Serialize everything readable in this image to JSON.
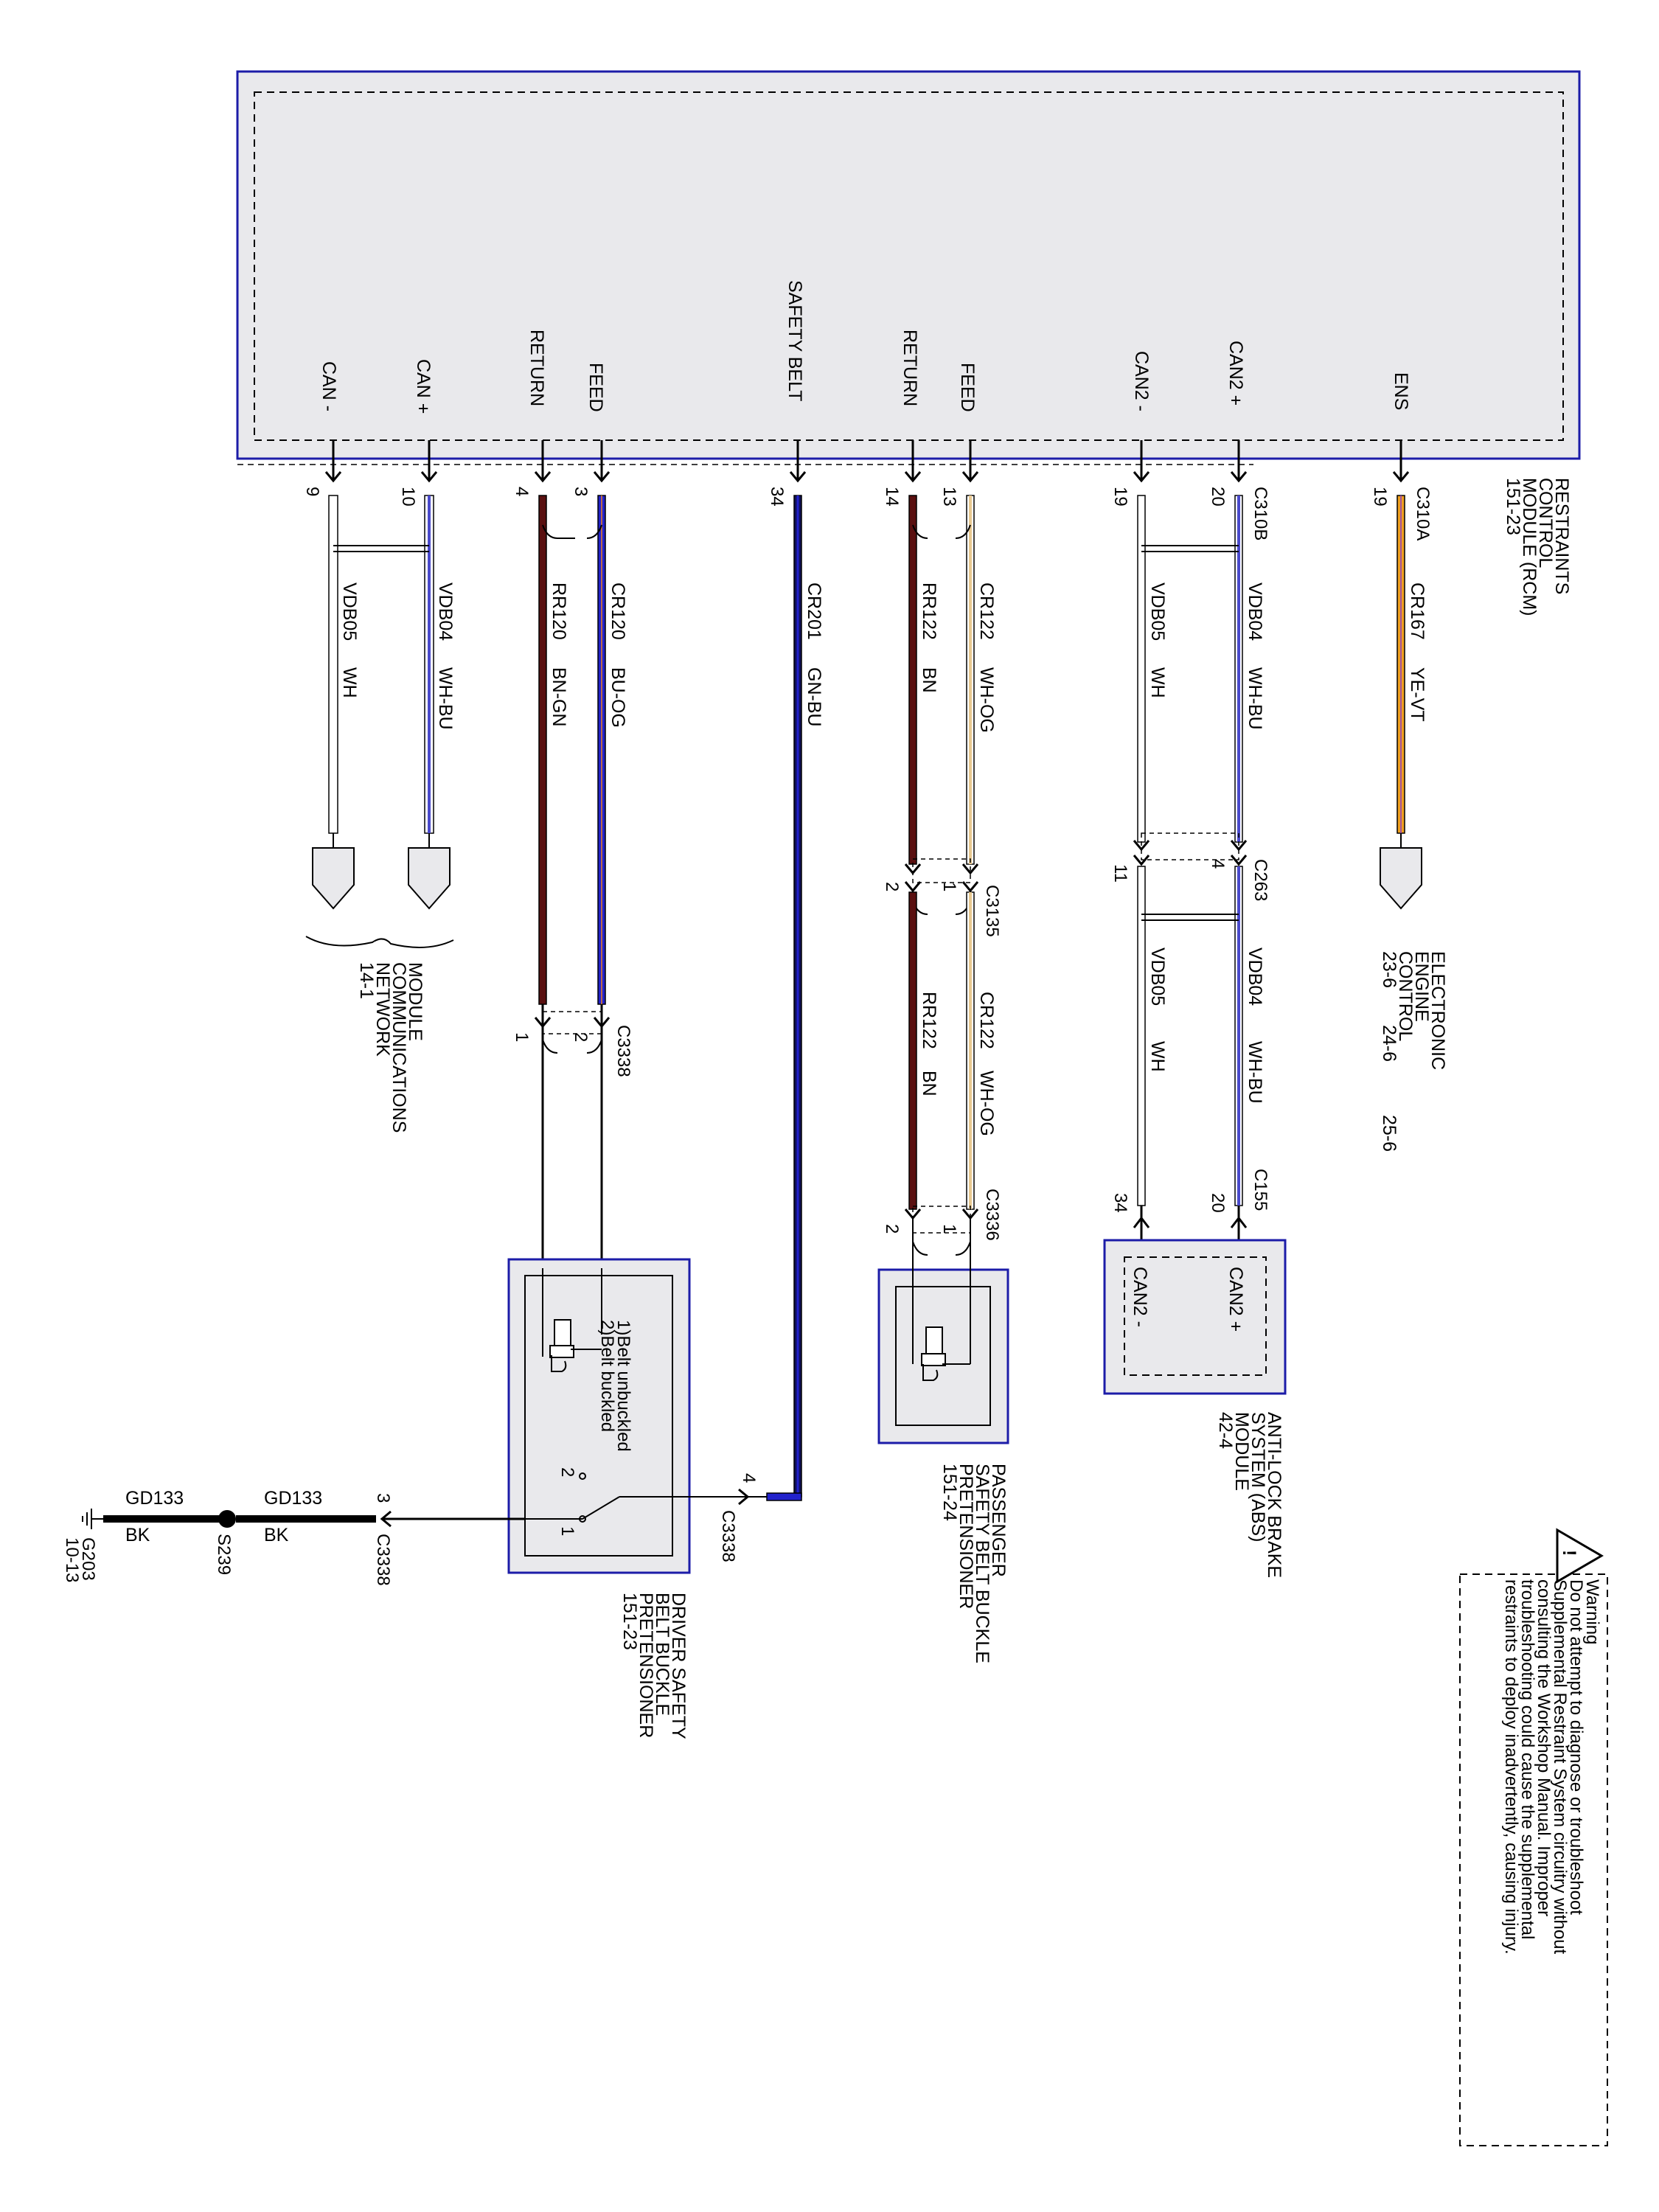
{
  "rcm": {
    "name_lines": [
      "RESTRAINTS",
      "CONTROL",
      "MODULE (RCM)",
      "151-23"
    ],
    "pins": [
      "CAN -",
      "CAN +",
      "RETURN",
      "FEED",
      "SAFETY BELT",
      "RETURN",
      "FEED",
      "CAN2 -",
      "CAN2 +",
      "ENS"
    ]
  },
  "connectors": {
    "c310b": "C310B",
    "c310a": "C310A",
    "c263": "C263",
    "c155": "C155",
    "c3135": "C3135",
    "c3336": "C3336",
    "c3338_top": "C3338",
    "c3338_mid": "C3338",
    "c3338_bot": "C3338"
  },
  "pin_numbers": {
    "can_minus": "9",
    "can_plus": "10",
    "ret1": "4",
    "feed1": "3",
    "belt": "34",
    "ret2": "14",
    "feed2": "13",
    "can2m": "19",
    "can2p": "20",
    "ens": "19",
    "c263_left": "11",
    "c263_right": "4",
    "c3135_left": "2",
    "c3135_right": "1",
    "c155_left": "34",
    "c155_right": "20",
    "c3336_left": "2",
    "c3336_right": "1",
    "c3338_left": "1",
    "c3338_right": "2",
    "c3338_belt": "4",
    "c3338_gnd": "3",
    "sw_1": "1",
    "sw_2": "2"
  },
  "wires": {
    "vdb05": "VDB05",
    "wh": "WH",
    "vdb04": "VDB04",
    "whbu": "WH-BU",
    "rr120": "RR120",
    "bngn": "BN-GN",
    "cr120": "CR120",
    "buog": "BU-OG",
    "cr201": "CR201",
    "gnbu": "GN-BU",
    "rr122": "RR122",
    "bn": "BN",
    "cr122": "CR122",
    "whog": "WH-OG",
    "cr167": "CR167",
    "yevt": "YE-VT",
    "gd133_a": "GD133",
    "bk_a": "BK",
    "gd133_b": "GD133",
    "bk_b": "BK"
  },
  "components": {
    "mcn": [
      "MODULE",
      "COMMUNICATIONS",
      "NETWORK",
      "14-1"
    ],
    "eec": [
      "ELECTRONIC",
      "ENGINE",
      "CONTROL"
    ],
    "eec_refs": [
      "23-6",
      "24-6",
      "25-6"
    ],
    "abs": [
      "ANTI-LOCK BRAKE",
      "SYSTEM (ABS)",
      "MODULE",
      "42-4"
    ],
    "abs_pins": [
      "CAN2 +",
      "CAN2 -"
    ],
    "passenger": [
      "PASSENGER",
      "SAFETY BELT BUCKLE",
      "PRETENSIONER",
      "151-24"
    ],
    "driver": [
      "DRIVER SAFETY",
      "BELT BUCKLE",
      "PRETENSIONER",
      "151-23"
    ],
    "driver_states": [
      "1)Belt unbuckled",
      "2)Belt buckled"
    ],
    "splice": "S239",
    "ground": [
      "G203",
      "10-13"
    ]
  },
  "warning": {
    "symbol": "!",
    "lines": [
      "Warning",
      "Do not attempt to diagnose or troubleshoot",
      "Supplemental Restraint System circuitry without",
      "consulting the Workshop Manual. Improper",
      "troubleshooting could cause the supplemental",
      "restraints to deploy inadvertently, causing injury."
    ]
  },
  "colors": {
    "module_fill": "#e9e9ec",
    "module_border": "#1c1ca8",
    "bu_og": "#2222cc",
    "bn": "#5a1010",
    "gn_bu": "#10105a",
    "ye_vt": "#f0a020",
    "wh_og": "#e8c890",
    "wh_bu": "#4a4acc"
  }
}
